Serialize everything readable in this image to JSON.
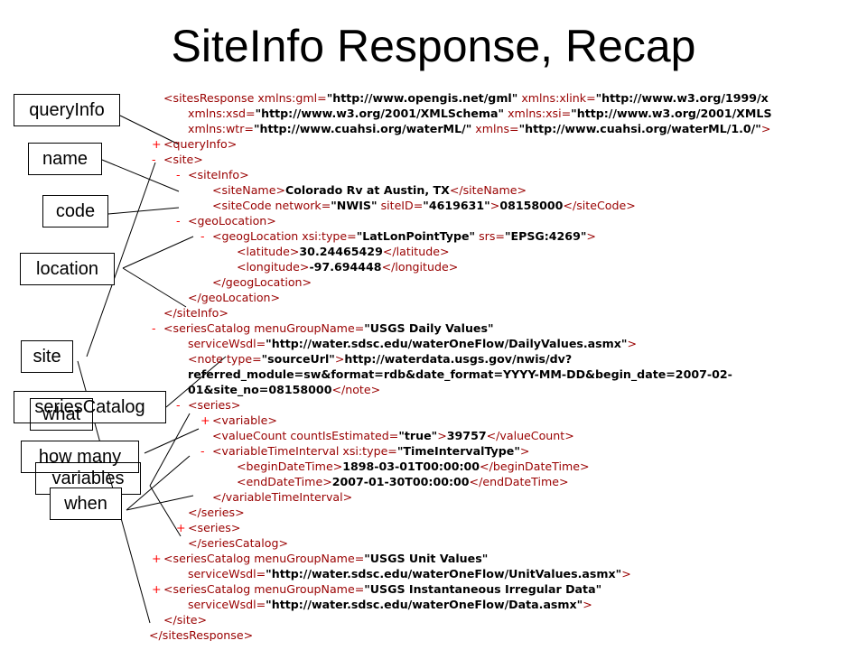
{
  "title": "SiteInfo Response, Recap",
  "labels": {
    "queryInfo": "queryInfo",
    "name": "name",
    "code": "code",
    "location": "location",
    "site": "site",
    "seriesCatalog": "seriesCatalog",
    "what": "what",
    "how_many": "how many",
    "variables": "variables",
    "when": "when"
  },
  "xml_lines": [
    {
      "indent": 0,
      "marker": "",
      "parts": [
        [
          "t",
          "<sitesResponse "
        ],
        [
          "a",
          "xmlns:gml="
        ],
        [
          "v",
          "\"http://www.opengis.net/gml\""
        ],
        [
          "a",
          " xmlns:xlink="
        ],
        [
          "v",
          "\"http://www.w3.org/1999/x"
        ]
      ]
    },
    {
      "indent": 2,
      "marker": "",
      "parts": [
        [
          "a",
          "xmlns:xsd="
        ],
        [
          "v",
          "\"http://www.w3.org/2001/XMLSchema\""
        ],
        [
          "a",
          " xmlns:xsi="
        ],
        [
          "v",
          "\"http://www.w3.org/2001/XMLS"
        ]
      ]
    },
    {
      "indent": 2,
      "marker": "",
      "parts": [
        [
          "a",
          "xmlns:wtr="
        ],
        [
          "v",
          "\"http://www.cuahsi.org/waterML/\""
        ],
        [
          "a",
          " xmlns="
        ],
        [
          "v",
          "\"http://www.cuahsi.org/waterML/1.0/\""
        ],
        [
          "t",
          ">"
        ]
      ]
    },
    {
      "indent": 0,
      "marker": "+",
      "parts": [
        [
          "t",
          "<queryInfo>"
        ]
      ]
    },
    {
      "indent": 0,
      "marker": "-",
      "parts": [
        [
          "t",
          "<site>"
        ]
      ]
    },
    {
      "indent": 2,
      "marker": "-",
      "parts": [
        [
          "t",
          "<siteInfo>"
        ]
      ]
    },
    {
      "indent": 4,
      "marker": "",
      "parts": [
        [
          "t",
          "<siteName>"
        ],
        [
          "x",
          "Colorado Rv at Austin, TX"
        ],
        [
          "t",
          "</siteName>"
        ]
      ]
    },
    {
      "indent": 4,
      "marker": "",
      "parts": [
        [
          "t",
          "<siteCode "
        ],
        [
          "a",
          "network="
        ],
        [
          "v",
          "\"NWIS\""
        ],
        [
          "a",
          " siteID="
        ],
        [
          "v",
          "\"4619631\""
        ],
        [
          "t",
          ">"
        ],
        [
          "x",
          "08158000"
        ],
        [
          "t",
          "</siteCode>"
        ]
      ]
    },
    {
      "indent": 2,
      "marker": "-",
      "parts": [
        [
          "t",
          "<geoLocation>"
        ]
      ]
    },
    {
      "indent": 4,
      "marker": "-",
      "parts": [
        [
          "t",
          "<geogLocation "
        ],
        [
          "a",
          "xsi:type="
        ],
        [
          "v",
          "\"LatLonPointType\""
        ],
        [
          "a",
          " srs="
        ],
        [
          "v",
          "\"EPSG:4269\""
        ],
        [
          "t",
          ">"
        ]
      ]
    },
    {
      "indent": 6,
      "marker": "",
      "parts": [
        [
          "t",
          "<latitude>"
        ],
        [
          "x",
          "30.24465429"
        ],
        [
          "t",
          "</latitude>"
        ]
      ]
    },
    {
      "indent": 6,
      "marker": "",
      "parts": [
        [
          "t",
          "<longitude>"
        ],
        [
          "x",
          "-97.694448"
        ],
        [
          "t",
          "</longitude>"
        ]
      ]
    },
    {
      "indent": 4,
      "marker": "",
      "parts": [
        [
          "t",
          "</geogLocation>"
        ]
      ]
    },
    {
      "indent": 2,
      "marker": "",
      "parts": [
        [
          "t",
          "</geoLocation>"
        ]
      ]
    },
    {
      "indent": 0,
      "marker": "",
      "parts": [
        [
          "t",
          "</siteInfo>"
        ]
      ]
    },
    {
      "indent": 0,
      "marker": "-",
      "parts": [
        [
          "t",
          "<seriesCatalog "
        ],
        [
          "a",
          "menuGroupName="
        ],
        [
          "v",
          "\"USGS Daily Values\""
        ]
      ]
    },
    {
      "indent": 2,
      "marker": "",
      "parts": [
        [
          "a",
          "serviceWsdl="
        ],
        [
          "v",
          "\"http://water.sdsc.edu/waterOneFlow/DailyValues.asmx\""
        ],
        [
          "t",
          ">"
        ]
      ]
    },
    {
      "indent": 2,
      "marker": "",
      "parts": [
        [
          "t",
          "<note "
        ],
        [
          "a",
          "type="
        ],
        [
          "v",
          "\"sourceUrl\""
        ],
        [
          "t",
          ">"
        ],
        [
          "x",
          "http://waterdata.usgs.gov/nwis/dv?"
        ]
      ]
    },
    {
      "indent": 2,
      "marker": "",
      "parts": [
        [
          "x",
          "referred_module=sw&format=rdb&date_format=YYYY-MM-DD&begin_date=2007-02-"
        ]
      ]
    },
    {
      "indent": 2,
      "marker": "",
      "parts": [
        [
          "x",
          "01&site_no=08158000"
        ],
        [
          "t",
          "</note>"
        ]
      ]
    },
    {
      "indent": 2,
      "marker": "-",
      "parts": [
        [
          "t",
          "<series>"
        ]
      ]
    },
    {
      "indent": 4,
      "marker": "+",
      "parts": [
        [
          "t",
          "<variable>"
        ]
      ]
    },
    {
      "indent": 4,
      "marker": "",
      "parts": [
        [
          "t",
          "<valueCount "
        ],
        [
          "a",
          "countIsEstimated="
        ],
        [
          "v",
          "\"true\""
        ],
        [
          "t",
          ">"
        ],
        [
          "x",
          "39757"
        ],
        [
          "t",
          "</valueCount>"
        ]
      ]
    },
    {
      "indent": 4,
      "marker": "-",
      "parts": [
        [
          "t",
          "<variableTimeInterval "
        ],
        [
          "a",
          "xsi:type="
        ],
        [
          "v",
          "\"TimeIntervalType\""
        ],
        [
          "t",
          ">"
        ]
      ]
    },
    {
      "indent": 6,
      "marker": "",
      "parts": [
        [
          "t",
          "<beginDateTime>"
        ],
        [
          "x",
          "1898-03-01T00:00:00"
        ],
        [
          "t",
          "</beginDateTime>"
        ]
      ]
    },
    {
      "indent": 6,
      "marker": "",
      "parts": [
        [
          "t",
          "<endDateTime>"
        ],
        [
          "x",
          "2007-01-30T00:00:00"
        ],
        [
          "t",
          "</endDateTime>"
        ]
      ]
    },
    {
      "indent": 4,
      "marker": "",
      "parts": [
        [
          "t",
          "</variableTimeInterval>"
        ]
      ]
    },
    {
      "indent": 2,
      "marker": "",
      "parts": [
        [
          "t",
          "</series>"
        ]
      ]
    },
    {
      "indent": 2,
      "marker": "+",
      "parts": [
        [
          "t",
          "<series>"
        ]
      ]
    },
    {
      "indent": 2,
      "marker": "",
      "parts": [
        [
          "t",
          "</seriesCatalog>"
        ]
      ]
    },
    {
      "indent": 0,
      "marker": "+",
      "parts": [
        [
          "t",
          "<seriesCatalog "
        ],
        [
          "a",
          "menuGroupName="
        ],
        [
          "v",
          "\"USGS Unit Values\""
        ]
      ]
    },
    {
      "indent": 2,
      "marker": "",
      "parts": [
        [
          "a",
          "serviceWsdl="
        ],
        [
          "v",
          "\"http://water.sdsc.edu/waterOneFlow/UnitValues.asmx\""
        ],
        [
          "t",
          ">"
        ]
      ]
    },
    {
      "indent": 0,
      "marker": "+",
      "parts": [
        [
          "t",
          "<seriesCatalog "
        ],
        [
          "a",
          "menuGroupName="
        ],
        [
          "v",
          "\"USGS Instantaneous Irregular Data\""
        ]
      ]
    },
    {
      "indent": 2,
      "marker": "",
      "parts": [
        [
          "a",
          "serviceWsdl="
        ],
        [
          "v",
          "\"http://water.sdsc.edu/waterOneFlow/Data.asmx\""
        ],
        [
          "t",
          ">"
        ]
      ]
    },
    {
      "indent": 0,
      "marker": "",
      "parts": [
        [
          "t",
          "</site>"
        ]
      ]
    },
    {
      "indent": -1,
      "marker": "",
      "parts": [
        [
          "t",
          "</sitesResponse>"
        ]
      ]
    }
  ]
}
